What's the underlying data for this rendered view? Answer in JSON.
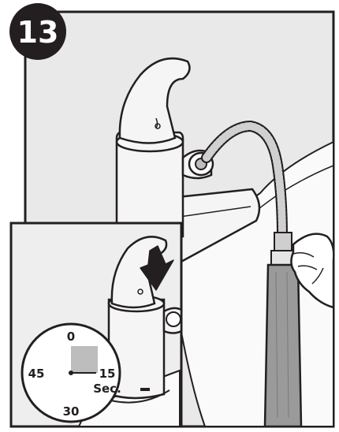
{
  "step": {
    "number": "13"
  },
  "timer": {
    "labels": {
      "top": "0",
      "right": "15",
      "bottom": "30",
      "left": "45",
      "unit": "Sec."
    },
    "elapsed_fraction": 0.25
  },
  "colors": {
    "outline": "#231f20",
    "background_panel": "#e9e9e9",
    "faucet_fill": "#f5f5f5",
    "hose_fill": "#9a9a9a",
    "timer_wedge": "#bdbdbd"
  },
  "icons": [
    "step-number-badge",
    "faucet-handle",
    "flexible-hose",
    "hand-icon",
    "push-down-arrow-icon",
    "stopwatch-dial-icon"
  ]
}
